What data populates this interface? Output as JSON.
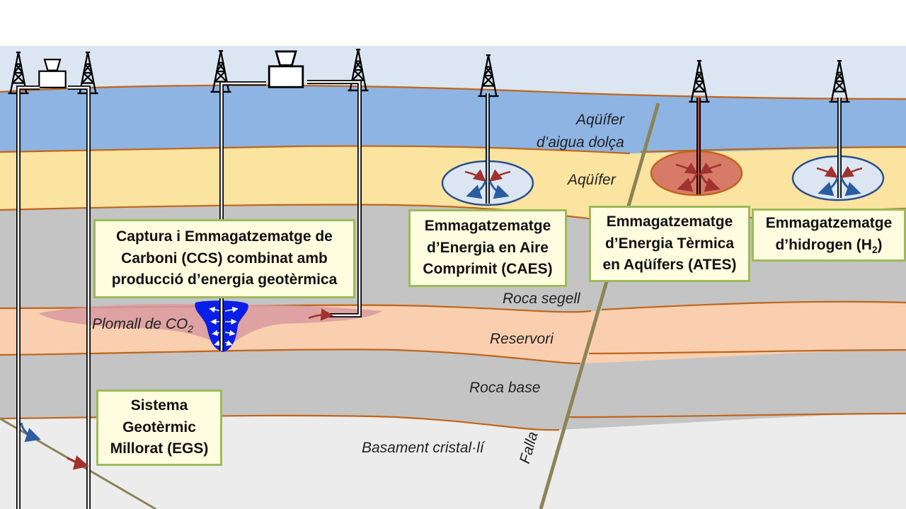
{
  "layers": {
    "freshwater_aquifer": "Aqüífer\nd’aigua dolça",
    "aquifer": "Aqüífer",
    "seal_rock": "Roca segell",
    "reservoir": "Reservori",
    "base_rock": "Roca base",
    "crystalline_basement": "Basament cristal·lí",
    "fault": "Falla",
    "plume_prefix": "Plomall de CO",
    "plume_subscript": "2"
  },
  "technologies": {
    "ccs": "Captura i Emmagatzematge de\nCarboni (CCS) combinat amb\nproducció d’energia geotèrmica",
    "caes": "Emmagatzematge\nd’Energia en Aire\nComprimit (CAES)",
    "ates": "Emmagatzematge\nd’Energia Tèrmica\nen Aqüífers (ATES)",
    "h2_prefix": "Emmagatzematge\nd’hidrogen (H",
    "h2_subscript": "2",
    "h2_suffix": ")",
    "egs": "Sistema\nGeotèrmic\nMillorat (EGS)"
  },
  "colors": {
    "sky": "#dce6f2",
    "freshwater": "#8eb4e3",
    "aquifer": "#fbe3a0",
    "seal": "#c4c4c4",
    "reservoir": "#f9cfb0",
    "basement": "#ececec",
    "boundary": "#c0651a",
    "fault": "#8c8455",
    "plume": "#d99aa0",
    "co2": "#0a1fe6",
    "box_fill": "#fffde0",
    "box_border": "#9bbb59"
  }
}
